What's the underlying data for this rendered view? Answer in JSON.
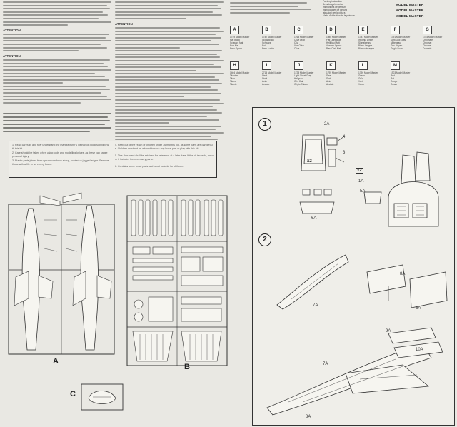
{
  "header_right": {
    "lines": [
      "Painting instruction",
      "Bemalungshinweise",
      "Instructions de peinture",
      "Instrucciones de pintura",
      "Istruzioni per la pittura",
      "Made d'utilisation de la peinture"
    ],
    "brand": "MODEL MASTER"
  },
  "paints": [
    {
      "code": "A",
      "num": "1749",
      "lines": [
        "Flat Black",
        "Schwarz Mat",
        "Noir Mat",
        "Nero Opaco"
      ]
    },
    {
      "code": "B",
      "num": "1747",
      "lines": [
        "Gloss Black",
        "Schwarz",
        "Noir",
        "Nero Lucido"
      ]
    },
    {
      "code": "C",
      "num": "1768",
      "lines": [
        "Olive Drab",
        "Oliv",
        "Vert Olive",
        "Olive"
      ]
    },
    {
      "code": "D",
      "num": "1980",
      "lines": [
        "Flat Light Blue",
        "Hellblau Matt",
        "Azzurro Opaco",
        "Bleu Clair Mat"
      ]
    },
    {
      "code": "E",
      "num": "1781",
      "lines": [
        "Insignia White",
        "Signalweiss",
        "Blanc Insigne",
        "Bianco Insegne"
      ]
    },
    {
      "code": "F",
      "num": "1791",
      "lines": [
        "Dark Gull Gray",
        "Mittelgrau",
        "Gris Moyen",
        "Grigio Scuro"
      ]
    },
    {
      "code": "G",
      "num": "1784",
      "lines": [
        "Chromate",
        "Chromat",
        "Chrome",
        "Cromato"
      ]
    },
    {
      "code": "H",
      "num": "1404",
      "lines": [
        "Titanium",
        "Titan",
        "Titane",
        "Titanio"
      ]
    },
    {
      "code": "I",
      "num": "2715",
      "lines": [
        "Steel",
        "Stahl",
        "Acier",
        "Acciaio"
      ]
    },
    {
      "code": "J",
      "num": "1728",
      "lines": [
        "Light Ghost Gray",
        "Hellgrau",
        "Gris Clair",
        "Grigio Chiaro"
      ]
    },
    {
      "code": "K",
      "num": "1795",
      "lines": [
        "Steel",
        "Stahl",
        "Acier",
        "Acciaio"
      ]
    },
    {
      "code": "L",
      "num": "1790",
      "lines": [
        "Green",
        "Grün",
        "Vert",
        "Verde"
      ]
    },
    {
      "code": "M",
      "num": "1903",
      "lines": [
        "Red",
        "Rot",
        "Rouge",
        "Rosso"
      ]
    }
  ],
  "sprue_labels": {
    "a": "A",
    "b": "B",
    "c": "C"
  },
  "steps": [
    {
      "num": "1",
      "labels": [
        "x2",
        "x2",
        "6A",
        "4",
        "3",
        "2A",
        "1A",
        "5A"
      ]
    },
    {
      "num": "2",
      "labels": [
        "7A",
        "8A",
        "6A",
        "9A",
        "10A",
        "7A",
        "8A"
      ]
    }
  ],
  "attention_title": "ATTENTION",
  "warnings": [
    "1. Read carefully and fully understand the manufacturer's instruction book supplied with this kit.",
    "2. Care should be taken when using tools and modelling knives, as these can cause personal injury.",
    "3. Plastic parts joined from sprues can have sharp, pointed or jagged edges. Remove those with a file or an emery board.",
    "4. Keep out of the reach of children under 36 months old, as some parts are dangerous. Children must not be allowed to suck any loose part or play with this kit.",
    "5. This document shall be retained for reference at a later date. If the kit is resold, ensure it includes the necessary parts.",
    "6. Contains some small parts and is not suitable for children."
  ]
}
